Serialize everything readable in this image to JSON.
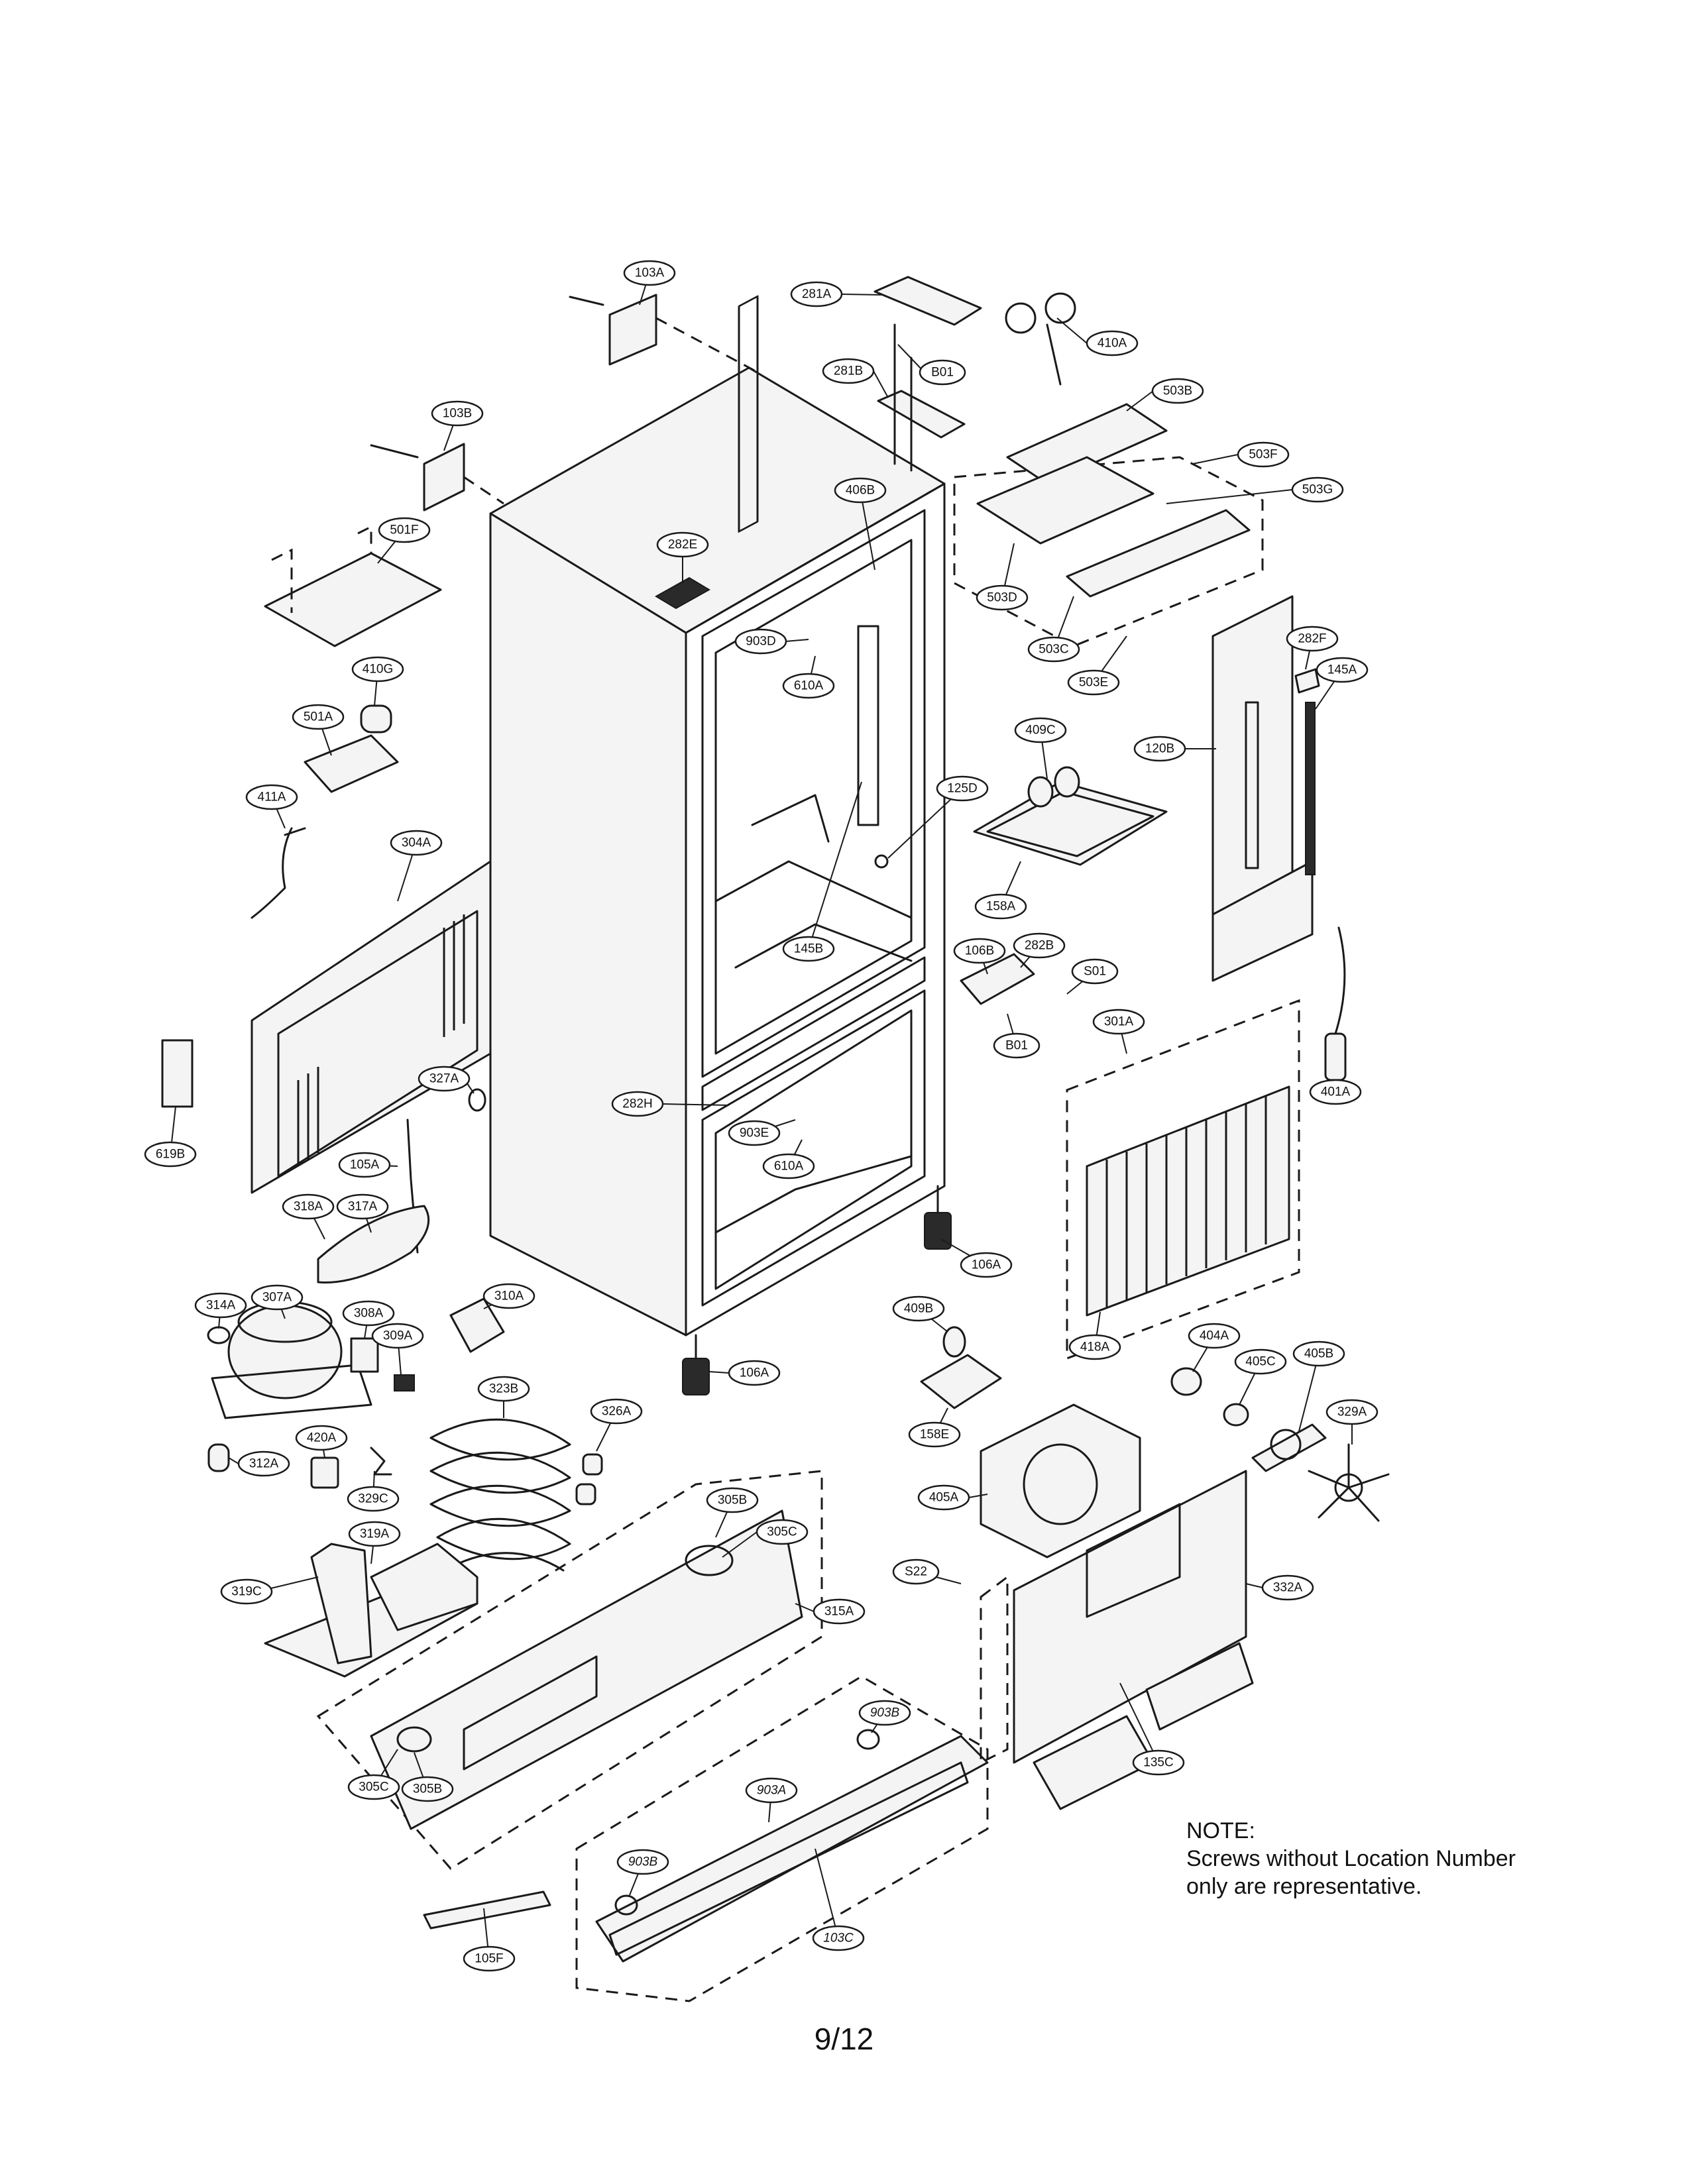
{
  "note": {
    "title": "NOTE:",
    "line1": "Screws without Location Number",
    "line2": "only are representative."
  },
  "page_number": "9/12",
  "callouts": [
    {
      "id": "c-103A",
      "label": "103A"
    },
    {
      "id": "c-281A",
      "label": "281A"
    },
    {
      "id": "c-410A",
      "label": "410A"
    },
    {
      "id": "c-B01-top",
      "label": "B01"
    },
    {
      "id": "c-281B",
      "label": "281B"
    },
    {
      "id": "c-503B",
      "label": "503B"
    },
    {
      "id": "c-103B",
      "label": "103B"
    },
    {
      "id": "c-503F",
      "label": "503F"
    },
    {
      "id": "c-406B",
      "label": "406B"
    },
    {
      "id": "c-503G",
      "label": "503G"
    },
    {
      "id": "c-501F",
      "label": "501F"
    },
    {
      "id": "c-282E",
      "label": "282E"
    },
    {
      "id": "c-503D",
      "label": "503D"
    },
    {
      "id": "c-903D",
      "label": "903D"
    },
    {
      "id": "c-503C",
      "label": "503C"
    },
    {
      "id": "c-610A-top",
      "label": "610A"
    },
    {
      "id": "c-410G",
      "label": "410G"
    },
    {
      "id": "c-282F",
      "label": "282F"
    },
    {
      "id": "c-503E",
      "label": "503E"
    },
    {
      "id": "c-145A",
      "label": "145A"
    },
    {
      "id": "c-501A",
      "label": "501A"
    },
    {
      "id": "c-409C",
      "label": "409C"
    },
    {
      "id": "c-120B",
      "label": "120B"
    },
    {
      "id": "c-411A",
      "label": "411A"
    },
    {
      "id": "c-125D",
      "label": "125D"
    },
    {
      "id": "c-304A",
      "label": "304A"
    },
    {
      "id": "c-158A",
      "label": "158A"
    },
    {
      "id": "c-145B",
      "label": "145B"
    },
    {
      "id": "c-106B",
      "label": "106B"
    },
    {
      "id": "c-282B",
      "label": "282B"
    },
    {
      "id": "c-S01",
      "label": "S01"
    },
    {
      "id": "c-301A",
      "label": "301A"
    },
    {
      "id": "c-B01-mid",
      "label": "B01"
    },
    {
      "id": "c-401A",
      "label": "401A"
    },
    {
      "id": "c-282H",
      "label": "282H"
    },
    {
      "id": "c-327A",
      "label": "327A"
    },
    {
      "id": "c-619B",
      "label": "619B"
    },
    {
      "id": "c-903E",
      "label": "903E"
    },
    {
      "id": "c-105A",
      "label": "105A"
    },
    {
      "id": "c-610A-mid",
      "label": "610A"
    },
    {
      "id": "c-318A",
      "label": "318A"
    },
    {
      "id": "c-317A",
      "label": "317A"
    },
    {
      "id": "c-106A-right",
      "label": "106A"
    },
    {
      "id": "c-314A",
      "label": "314A"
    },
    {
      "id": "c-307A",
      "label": "307A"
    },
    {
      "id": "c-308A",
      "label": "308A"
    },
    {
      "id": "c-310A",
      "label": "310A"
    },
    {
      "id": "c-409B",
      "label": "409B"
    },
    {
      "id": "c-418A",
      "label": "418A"
    },
    {
      "id": "c-404A",
      "label": "404A"
    },
    {
      "id": "c-309A",
      "label": "309A"
    },
    {
      "id": "c-106A-left",
      "label": "106A"
    },
    {
      "id": "c-405C",
      "label": "405C"
    },
    {
      "id": "c-405B",
      "label": "405B"
    },
    {
      "id": "c-323B",
      "label": "323B"
    },
    {
      "id": "c-326A",
      "label": "326A"
    },
    {
      "id": "c-329A",
      "label": "329A"
    },
    {
      "id": "c-420A",
      "label": "420A"
    },
    {
      "id": "c-312A",
      "label": "312A"
    },
    {
      "id": "c-158E",
      "label": "158E"
    },
    {
      "id": "c-329C",
      "label": "329C"
    },
    {
      "id": "c-405A",
      "label": "405A"
    },
    {
      "id": "c-305B-top",
      "label": "305B"
    },
    {
      "id": "c-319A",
      "label": "319A"
    },
    {
      "id": "c-305C-top",
      "label": "305C"
    },
    {
      "id": "c-S22",
      "label": "S22"
    },
    {
      "id": "c-319C",
      "label": "319C"
    },
    {
      "id": "c-332A",
      "label": "332A"
    },
    {
      "id": "c-315A",
      "label": "315A"
    },
    {
      "id": "c-903B-top",
      "label": "903B"
    },
    {
      "id": "c-135C",
      "label": "135C"
    },
    {
      "id": "c-305C-bot",
      "label": "305C"
    },
    {
      "id": "c-305B-bot",
      "label": "305B"
    },
    {
      "id": "c-903A",
      "label": "903A"
    },
    {
      "id": "c-903B-bot",
      "label": "903B"
    },
    {
      "id": "c-103C",
      "label": "103C"
    },
    {
      "id": "c-105F",
      "label": "105F"
    }
  ]
}
